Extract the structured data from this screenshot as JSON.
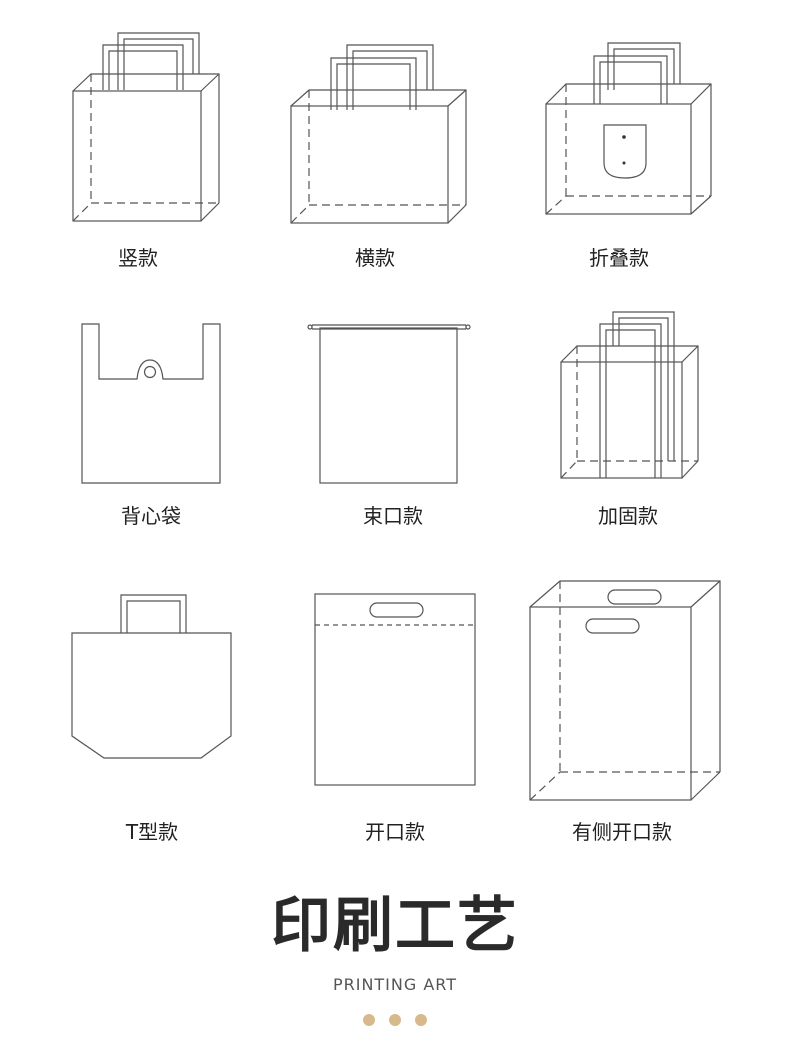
{
  "bags": [
    {
      "label": "竖款"
    },
    {
      "label": "横款"
    },
    {
      "label": "折叠款"
    },
    {
      "label": "背心袋"
    },
    {
      "label": "束口款"
    },
    {
      "label": "加固款"
    },
    {
      "label": "T型款"
    },
    {
      "label": "开口款"
    },
    {
      "label": "有侧开口款"
    }
  ],
  "heading": {
    "title": "印刷工艺",
    "subtitle": "PRINTING ART"
  },
  "colors": {
    "line": "#555555",
    "dot": "#d7b98c"
  }
}
